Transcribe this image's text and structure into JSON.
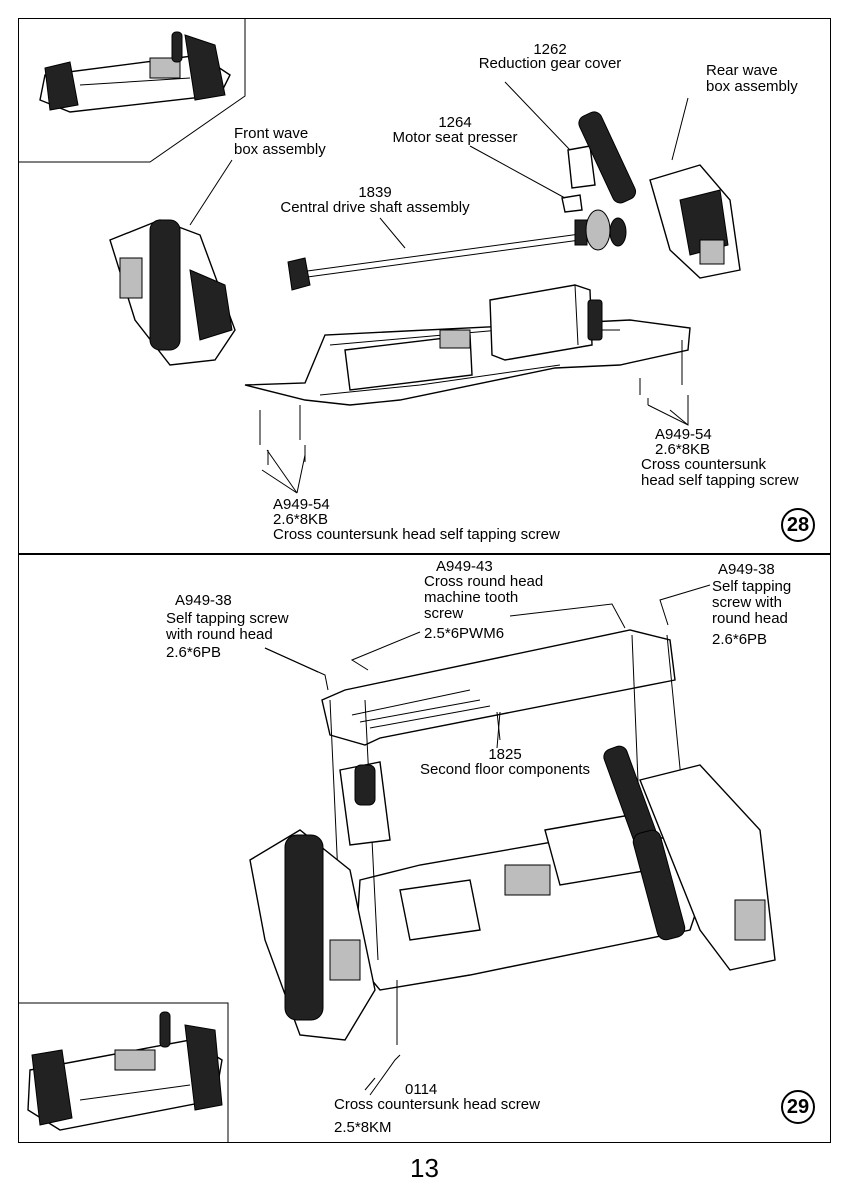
{
  "page_number": "13",
  "step28": {
    "number": "28",
    "labels": {
      "reduction_gear_cover": {
        "code": "1262",
        "name": "Reduction gear cover"
      },
      "rear_wave_box": {
        "name": "Rear wave\nbox assembly"
      },
      "motor_seat_presser": {
        "code": "1264",
        "name": "Motor seat presser"
      },
      "front_wave_box": {
        "name": "Front wave\nbox assembly"
      },
      "central_drive_shaft": {
        "code": "1839",
        "name": "Central drive shaft assembly"
      },
      "screw_right": {
        "code": "A949-54",
        "size": "2.6*8KB",
        "name": "Cross countersunk\nhead self tapping screw"
      },
      "screw_left": {
        "code": "A949-54",
        "size": "2.6*8KB",
        "name": "Cross countersunk head self tapping screw"
      }
    }
  },
  "step29": {
    "number": "29",
    "labels": {
      "screw_left": {
        "code": "A949-38",
        "name": "Self tapping screw\nwith round head",
        "size": "2.6*6PB"
      },
      "screw_middle": {
        "code": "A949-43",
        "name": "Cross round head\nmachine tooth\nscrew",
        "size": "2.5*6PWM6"
      },
      "screw_right": {
        "code": "A949-38",
        "name": "Self tapping\nscrew with\nround head",
        "size": "2.6*6PB"
      },
      "second_floor": {
        "code": "1825",
        "name": "Second floor components"
      },
      "bottom_screw": {
        "code": "0114",
        "name": "Cross countersunk head screw",
        "size": "2.5*8KM"
      }
    }
  }
}
